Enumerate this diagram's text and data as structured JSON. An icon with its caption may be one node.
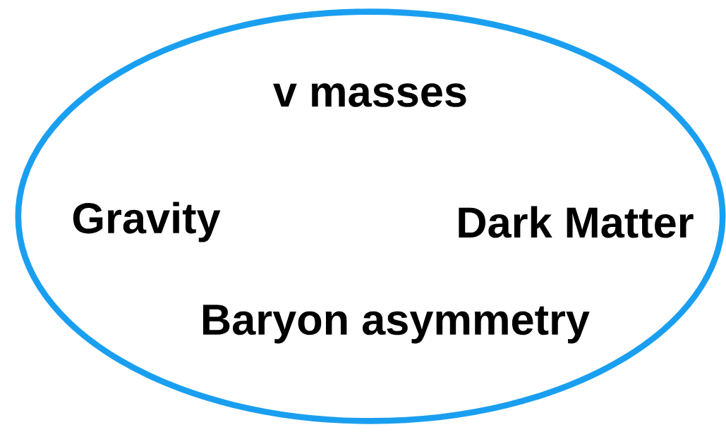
{
  "diagram": {
    "nodes": [
      {
        "text": [
          "v masses",
          "Gravity",
          "Dark Matter",
          "Baryon asymmetry"
        ]
      }
    ]
  }
}
